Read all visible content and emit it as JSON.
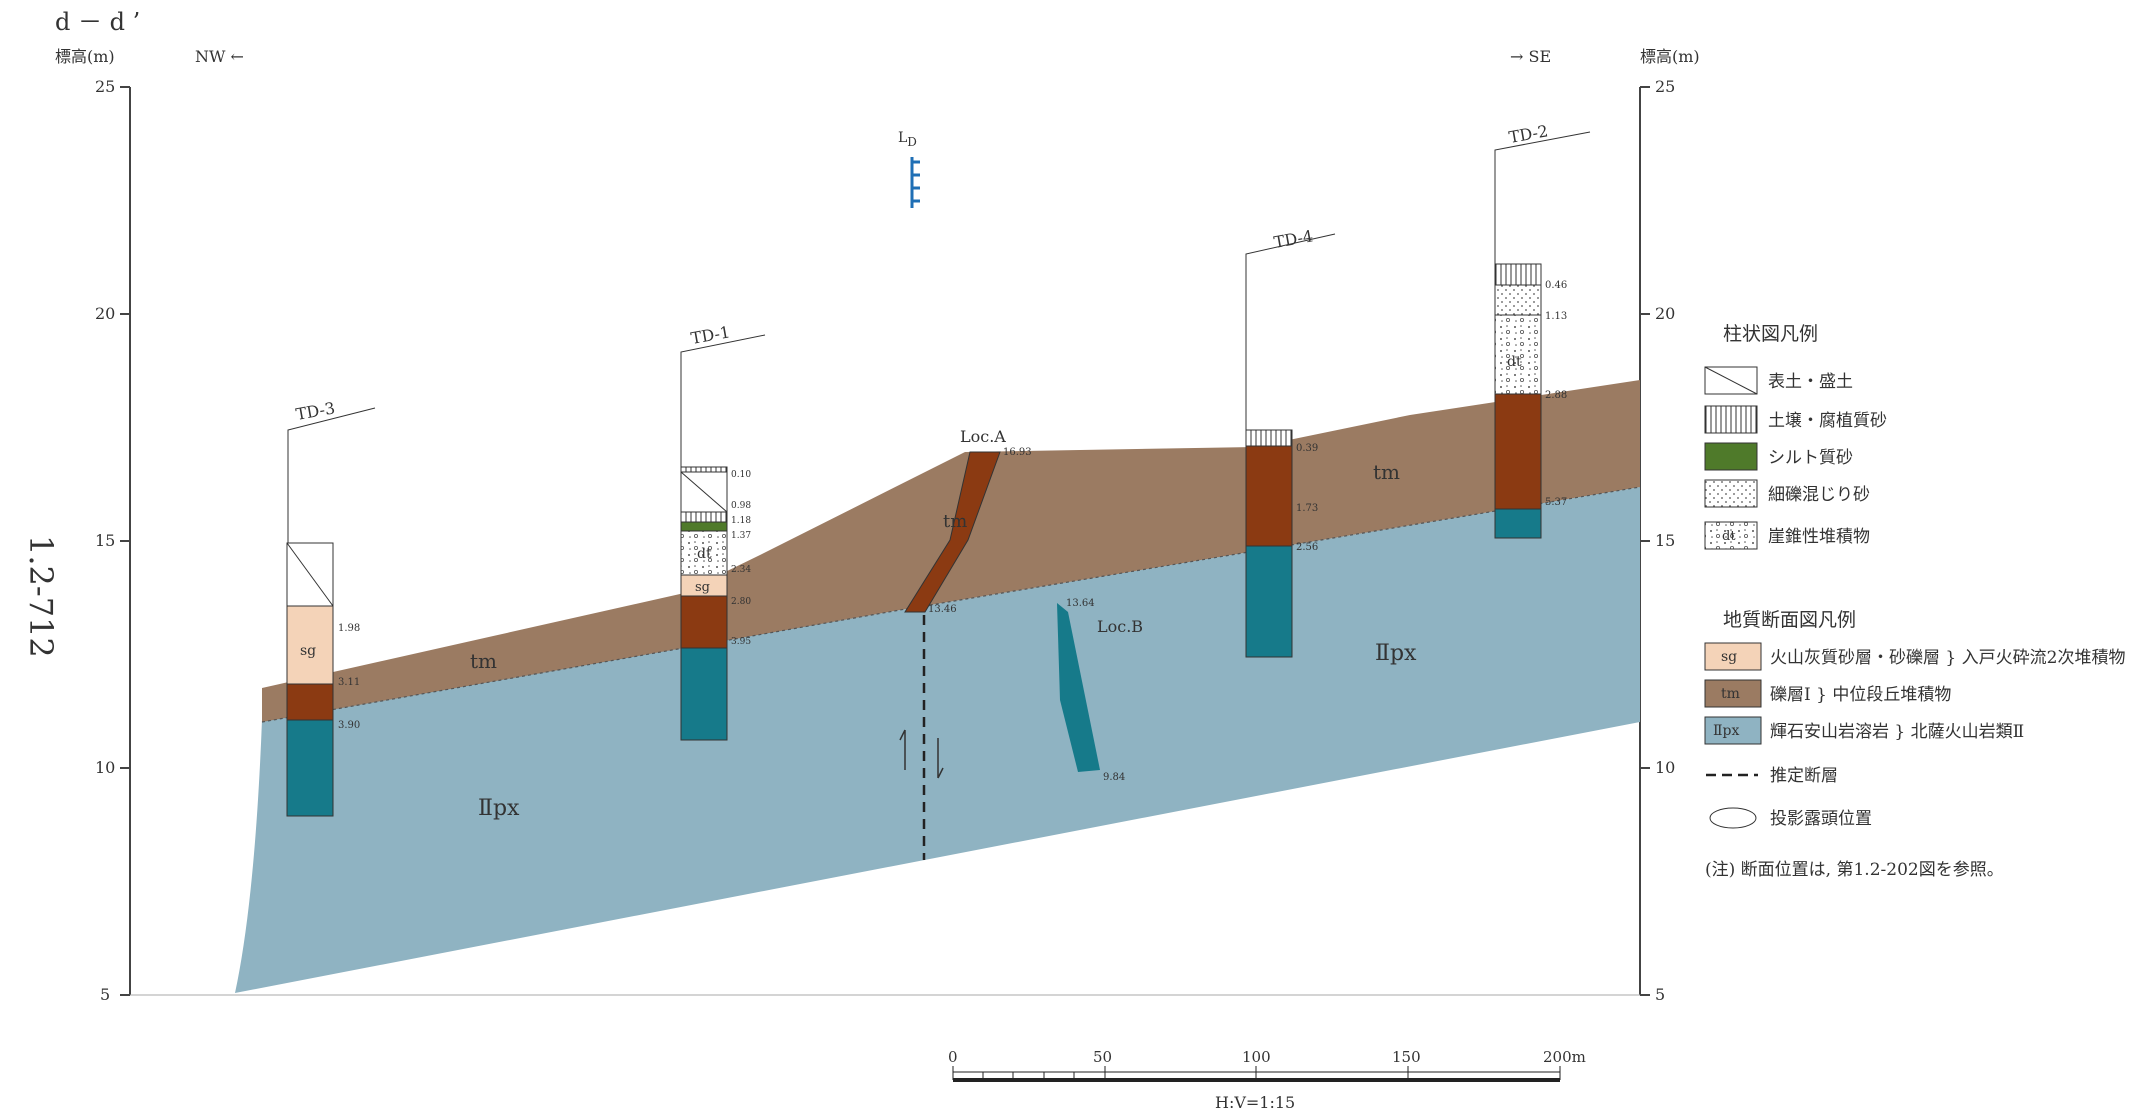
{
  "section_title": "d － d ’",
  "page_number": "1.2-712",
  "axis": {
    "left_label": "標高(m)",
    "right_label": "標高(m)",
    "ticks": [
      "25",
      "20",
      "15",
      "10",
      "5"
    ]
  },
  "directions": {
    "left": "NW ←",
    "right": "→ SE"
  },
  "boreholes": [
    {
      "name": "TD-3",
      "depths": [
        "1.98",
        "3.11",
        "3.90"
      ]
    },
    {
      "name": "TD-1",
      "depths": [
        "0.10",
        "0.98",
        "1.18",
        "1.37",
        "2.34",
        "2.80",
        "3.95"
      ]
    },
    {
      "name": "TD-4",
      "depths": [
        "0.39",
        "1.73",
        "2.56"
      ]
    },
    {
      "name": "TD-2",
      "depths": [
        "0.46",
        "1.13",
        "2.88",
        "5.37"
      ]
    }
  ],
  "unit_labels": {
    "tm": "tm",
    "px": "Ⅱpx",
    "sg": "sg",
    "dt": "dt"
  },
  "points": {
    "loc_a": "Loc.A",
    "loc_a_val": "16.93",
    "loc_a_low": "13.46",
    "loc_b": "Loc.B",
    "loc_b_top": "13.64",
    "loc_b_bot": "9.84",
    "ld": "L",
    "ld_sub": "D"
  },
  "legend_column": {
    "title": "柱状図凡例",
    "items": [
      "表土・盛土",
      "土壌・腐植質砂",
      "シルト質砂",
      "細礫混じり砂",
      "崖錐性堆積物"
    ]
  },
  "legend_section": {
    "title": "地質断面図凡例",
    "items": [
      {
        "code": "sg",
        "label": "火山灰質砂層・砂礫層 } 入戸火砕流2次堆積物"
      },
      {
        "code": "tm",
        "label": "礫層Ⅰ } 中位段丘堆積物"
      },
      {
        "code": "Ⅱpx",
        "label": "輝石安山岩溶岩 } 北薩火山岩類Ⅱ"
      }
    ],
    "fault": "推定断層",
    "outcrop": "投影露頭位置"
  },
  "note": "(注) 断面位置は, 第1.2-202図を参照。",
  "scale": {
    "ticks": [
      "0",
      "50",
      "100",
      "150",
      "200m"
    ],
    "ratio": "H:V=1:15"
  },
  "colors": {
    "tm": "#9b7b62",
    "px": "#8fb3c2",
    "tm_col": "#8b3a12",
    "px_col": "#167a8a",
    "sg_col": "#f4d3b8",
    "silt": "#4f7a2a"
  }
}
